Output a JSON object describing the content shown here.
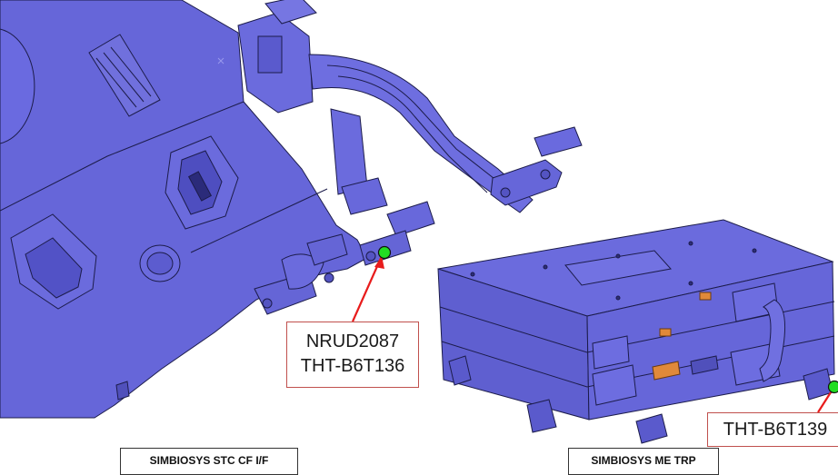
{
  "drawing": {
    "colors": {
      "model_fill": "#6666d9",
      "model_edge": "#1c1c4a",
      "highlight_fill": "#7b7be6",
      "connector_orange": "#e0893a",
      "marker_green": "#22dd22",
      "pointer_red": "#e81c1c",
      "callout_border": "#c0504d"
    },
    "callouts": [
      {
        "id": "callout-nrud2087",
        "lines": [
          "NRUD2087",
          "THT-B6T136"
        ]
      },
      {
        "id": "callout-tht-b6t139",
        "lines": [
          "THT-B6T139"
        ]
      }
    ],
    "captions": {
      "stc": "SIMBIOSYS STC CF I/F",
      "me": "SIMBIOSYS ME TRP"
    },
    "markers": [
      {
        "name": "sensor-marker-b6t136",
        "color": "green"
      },
      {
        "name": "sensor-marker-b6t139",
        "color": "green"
      }
    ]
  }
}
